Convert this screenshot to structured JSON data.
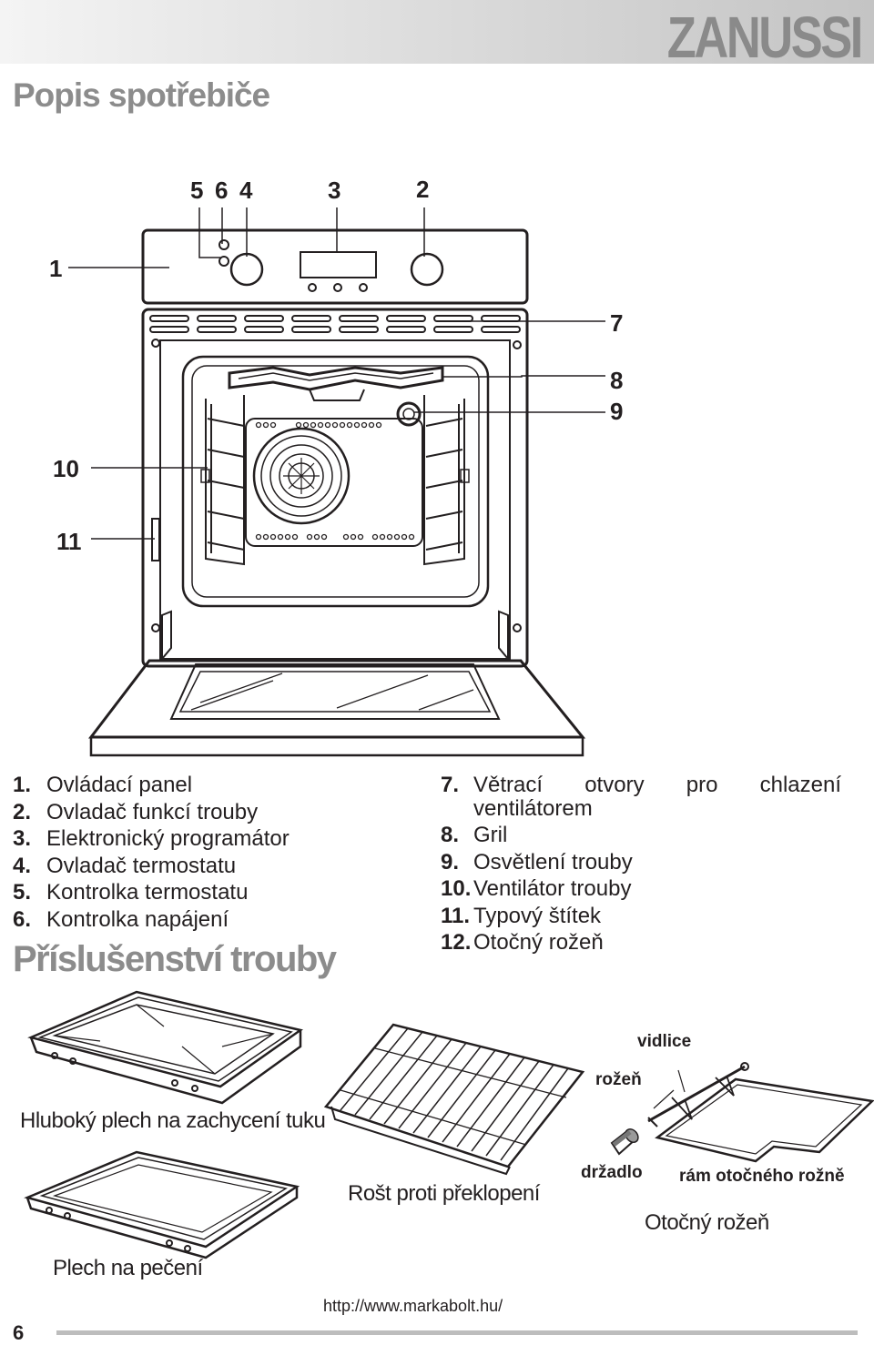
{
  "brand": "ZANUSSI",
  "page_title": "Popis spotřebiče",
  "callouts": {
    "c1": "1",
    "c2": "2",
    "c3": "3",
    "c4": "4",
    "c5": "5",
    "c6": "6",
    "c7": "7",
    "c8": "8",
    "c9": "9",
    "c10": "10",
    "c11": "11"
  },
  "legend_left": [
    {
      "num": "1.",
      "text": "Ovládací panel"
    },
    {
      "num": "2.",
      "text": "Ovladač funkcí trouby"
    },
    {
      "num": "3.",
      "text": "Elektronický programátor"
    },
    {
      "num": "4.",
      "text": "Ovladač termostatu"
    },
    {
      "num": "5.",
      "text": "Kontrolka termostatu"
    },
    {
      "num": "6.",
      "text": "Kontrolka napájení"
    }
  ],
  "legend_right": [
    {
      "num": "7.",
      "text": "Větrací otvory pro chlazení",
      "cont": "ventilátorem"
    },
    {
      "num": "8.",
      "text": "Gril"
    },
    {
      "num": "9.",
      "text": "Osvětlení trouby"
    },
    {
      "num": "10.",
      "text": "Ventilátor trouby"
    },
    {
      "num": "11.",
      "text": "Typový štítek"
    },
    {
      "num": "12.",
      "text": "Otočný rožeň"
    }
  ],
  "section_title": "Příslušenství trouby",
  "accessories": {
    "deep_tray": "Hluboký plech na zachycení tuku",
    "baking_tray": "Plech na pečení",
    "grid": "Rošt proti překlopení",
    "spit_label": "rožeň",
    "fork_label": "vidlice",
    "handle_label": "držadlo",
    "frame_label": "rám otočného rožně",
    "rotisserie": "Otočný rožeň"
  },
  "footer": {
    "page_number": "6",
    "url": "http://www.markabolt.hu/"
  }
}
